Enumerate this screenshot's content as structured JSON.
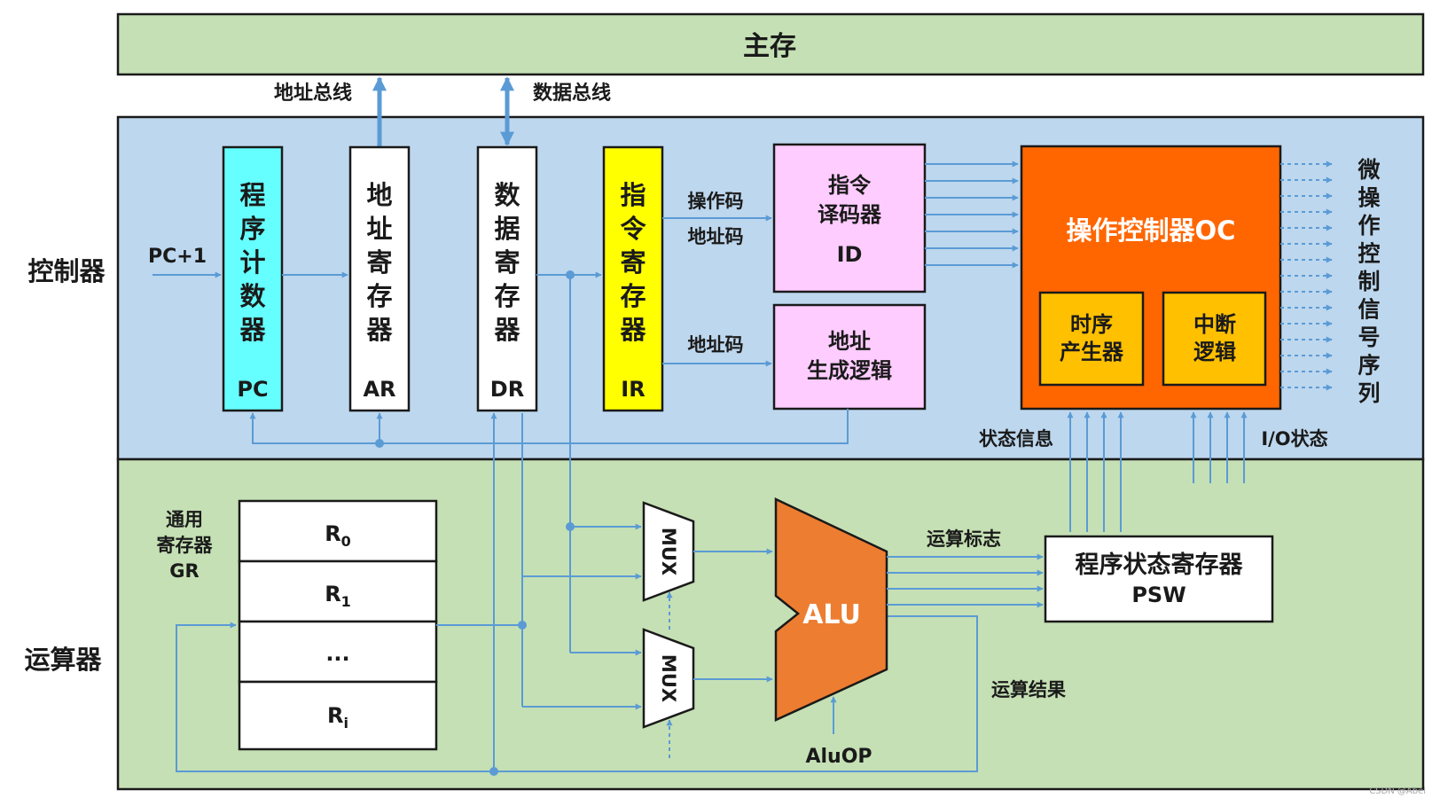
{
  "main_memory": "主存",
  "address_bus": "地址总线",
  "data_bus": "数据总线",
  "controller_label": "控制器",
  "alu_unit_label": "运算器",
  "pc_plus_one": "PC+1",
  "pc": {
    "name": [
      "程",
      "序",
      "计",
      "数",
      "器"
    ],
    "abbr": "PC"
  },
  "ar": {
    "name": [
      "地",
      "址",
      "寄",
      "存",
      "器"
    ],
    "abbr": "AR"
  },
  "dr": {
    "name": [
      "数",
      "据",
      "寄",
      "存",
      "器"
    ],
    "abbr": "DR"
  },
  "ir": {
    "name": [
      "指",
      "令",
      "寄",
      "存",
      "器"
    ],
    "abbr": "IR"
  },
  "opcode_label": "操作码",
  "addr_label_top": "地址码",
  "addr_label_bottom": "地址码",
  "decoder": {
    "line1": "指令",
    "line2": "译码器",
    "abbr": "ID"
  },
  "addr_gen": {
    "line1": "地址",
    "line2": "生成逻辑"
  },
  "oc": {
    "title": "操作控制器OC",
    "timing": [
      "时序",
      "产生器"
    ],
    "interrupt": [
      "中断",
      "逻辑"
    ]
  },
  "micro_ops": [
    "微",
    "操",
    "作",
    "控",
    "制",
    "信",
    "号",
    "序",
    "列"
  ],
  "status_info": "状态信息",
  "io_status": "I/O状态",
  "gr_label": [
    "通用",
    "寄存器",
    "GR"
  ],
  "registers": [
    {
      "base": "R",
      "sub": "0"
    },
    {
      "base": "R",
      "sub": "1"
    },
    {
      "base": "...",
      "sub": ""
    },
    {
      "base": "R",
      "sub": "i"
    }
  ],
  "mux_top": "MUX",
  "mux_bottom": "MUX",
  "alu": "ALU",
  "alu_op": "AluOP",
  "flags_label": "运算标志",
  "result_label": "运算结果",
  "psw": {
    "line1": "程序状态寄存器",
    "line2": "PSW"
  },
  "watermark": "CSDN @Abel",
  "colors": {
    "main_memory_fill": "#c5e0b4",
    "controller_fill": "#bdd7ee",
    "alu_section_fill": "#c5e0b4",
    "pc_fill": "#66ffff",
    "ir_fill": "#ffff00",
    "decoder_fill": "#ffccff",
    "oc_fill": "#ff6600",
    "oc_inner_fill": "#ffc000",
    "alu_fill": "#ed7d31",
    "wire": "#5b9bd5"
  }
}
